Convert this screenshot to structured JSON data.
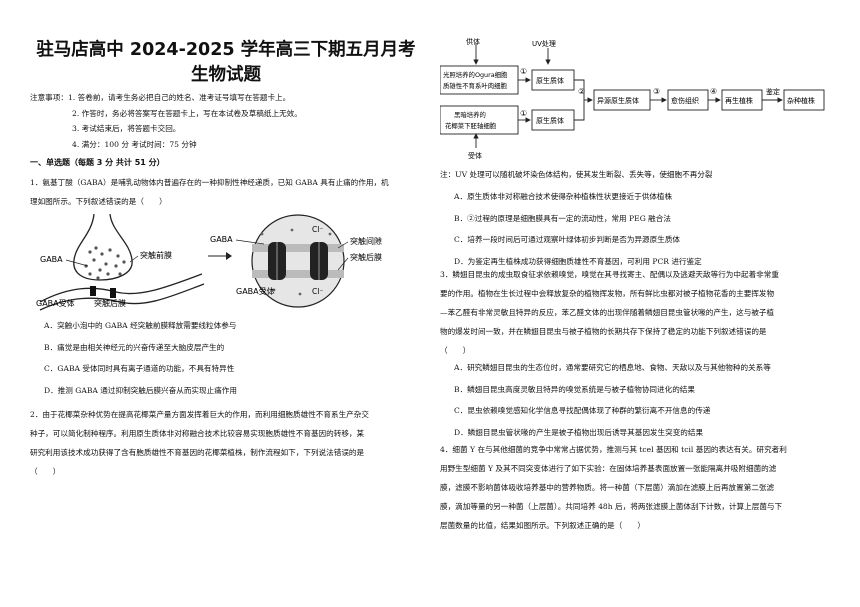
{
  "header": {
    "title_line1": "驻马店高中 2024-2025 学年高三下期五月月考",
    "title_line2": "生物试题"
  },
  "notes": {
    "label": "注意事项：",
    "items": [
      "1. 答卷前，请考生务必把自己的姓名、准考证号填写在答题卡上。",
      "2. 作答时，务必将答案写在答题卡上，写在本试卷及草稿纸上无效。",
      "3. 考试结束后，将答题卡交回。",
      "4. 满分：100 分    考试时间：75 分钟"
    ]
  },
  "section1": {
    "heading": "一、单选题（每题 3 分 共计 51 分）"
  },
  "q1": {
    "stem_line1": "1．氨基丁酸（GABA）是哺乳动物体内普遍存在的一种抑制性神经递质，已知 GABA 具有止痛的作用，机",
    "stem_line2": "理如图所示。下列叙述错误的是（　　）",
    "figure_labels": {
      "gaba_left": "GABA",
      "presynaptic": "突触前膜",
      "gaba_receptor_left": "GABA受体",
      "postsynaptic_left": "突触后膜",
      "gaba_right": "GABA",
      "cl_top": "Cl⁻",
      "cleft": "突触间隙",
      "postsynaptic_right": "突触后膜",
      "gaba_receptor_right": "GABA受体",
      "cl_bottom": "Cl⁻"
    },
    "options": [
      "A．突触小泡中的 GABA 经突触前膜释放需要线粒体参与",
      "B．痛觉是由相关神经元的兴奋传递至大脑皮层产生的",
      "C．GABA 受体同时具有离子通道的功能，不具有特异性",
      "D．推测 GABA 通过抑制突触后膜兴奋从而实现止痛作用"
    ]
  },
  "q2": {
    "stem_lines": [
      "2．由于花椰菜杂种优势在提高花椰菜产量方面发挥着巨大的作用，而利用细胞质雄性不育系生产杂交",
      "种子，可以简化制种程序。利用原生质体非对称融合技术比较容易实现胞质雄性不育基因的转移，某",
      "研究利用该技术成功获得了含有胞质雄性不育基因的花椰菜植株，制作流程如下，下列说法错误的是",
      "（　　）"
    ],
    "flow": {
      "donor": "供体",
      "uv": "UV处理",
      "box_top_line1": "光照培养的Ogura细胞",
      "box_top_line2": "质雄性不育系叶肉细胞",
      "box_bottom_line1": "黑暗培养的",
      "box_bottom_line2": "花椰菜下胚轴细胞",
      "recipient": "受体",
      "protoplast_top": "原生质体",
      "protoplast_bottom": "原生质体",
      "hetero": "异源原生质体",
      "callus": "愈伤组织",
      "regen": "再生植株",
      "identify": "鉴定",
      "hybrid": "杂种植株",
      "n1": "①",
      "n2": "②",
      "n3": "③",
      "n4": "④"
    },
    "note": "注：UV 处理可以随机破坏染色体结构，使其发生断裂、丢失等，使细胞不再分裂",
    "options": [
      "A．原生质体非对称融合技术使得杂种植株性状更接近于供体植株",
      "B．②过程的原理是细胞膜具有一定的流动性，常用 PEG 融合法",
      "C．培养一段时间后可通过观察叶绿体初步判断是否为异源原生质体",
      "D．为鉴定再生植株成功获得细胞质雄性不育基因，可利用 PCR 进行鉴定"
    ]
  },
  "q3": {
    "stem_lines": [
      "3．鳞翅目昆虫的成虫取食征求依赖嗅觉，嗅觉在其寻找寄主、配偶以及逃避天敌等行为中起着非常重",
      "要的作用。植物在生长过程中会释放复杂的植物挥发物，所有鲜比虫都对被子植物花香的主要挥发物",
      "—苯乙醛有非常灵敏且特异的反应，苯乙醛文体的出现伴随着鳞翅目昆虫管状喙的产生，这与被子植",
      "物的爆发时间一致，并在鳞翅目昆虫与被子植物的长期共存下保持了稳定的功能下列叙述错误的是",
      "（　　）"
    ],
    "options": [
      "A．研究鳞翅目昆虫的生态位时，通常要研究它的栖息地、食物、天敌以及与其他物种的关系等",
      "B．鳞翅目昆虫高度灵敏且特异的嗅觉系统是与被子植物协同进化的结果",
      "C．昆虫依赖嗅觉感知化学信息寻找配偶体现了种群的繁衍离不开信息的传递",
      "D．鳞翅目昆虫管状喙的产生是被子植物出现后诱导其基因发生突变的结果"
    ]
  },
  "q4": {
    "stem_lines": [
      "4．细菌 Y 在与其他细菌的竞争中常常占据优势，推测与其 tcel 基因和 tcil 基因的表达有关。研究者利",
      "用野生型细菌 Y 及其不同突变体进行了如下实验：在固体培养基表面放置一张能隔离并吸附细菌的滤",
      "膜，滤膜不影响菌体吸收培养基中的营养物质。将一种菌（下层菌）滴加在滤膜上后再放置第二张滤",
      "膜，滴加等量的另一种菌（上层菌）。共同培养 48h 后，将两张滤膜上菌体刮下计数，计算上层菌与下",
      "层菌数量的比值，结果如图所示。下列叙述正确的是（　　）"
    ]
  }
}
